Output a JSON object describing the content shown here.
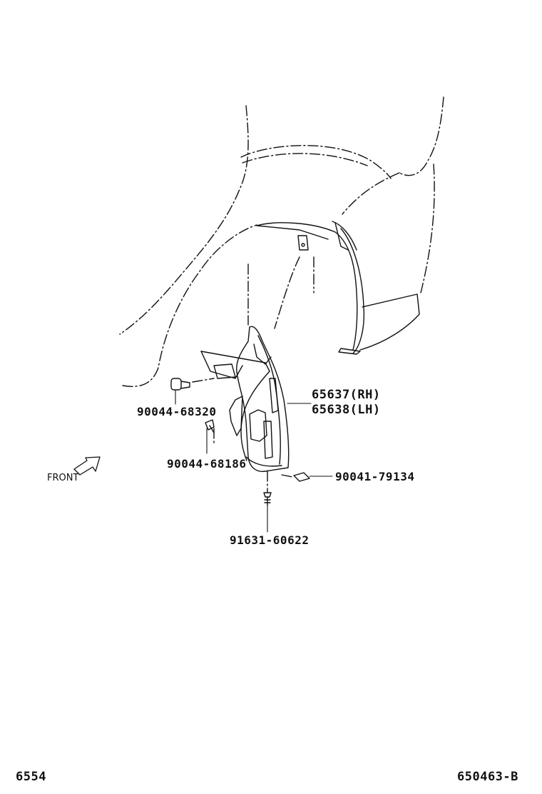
{
  "parts": {
    "p65637": "65637(RH)",
    "p65638": "65638(LH)",
    "p90044_68320": "90044-68320",
    "p90044_68186": "90044-68186",
    "p90041_79134": "90041-79134",
    "p91631_60622": "91631-60622"
  },
  "direction": {
    "label": "FRONT"
  },
  "footer": {
    "left": "6554",
    "right": "650463-B"
  }
}
